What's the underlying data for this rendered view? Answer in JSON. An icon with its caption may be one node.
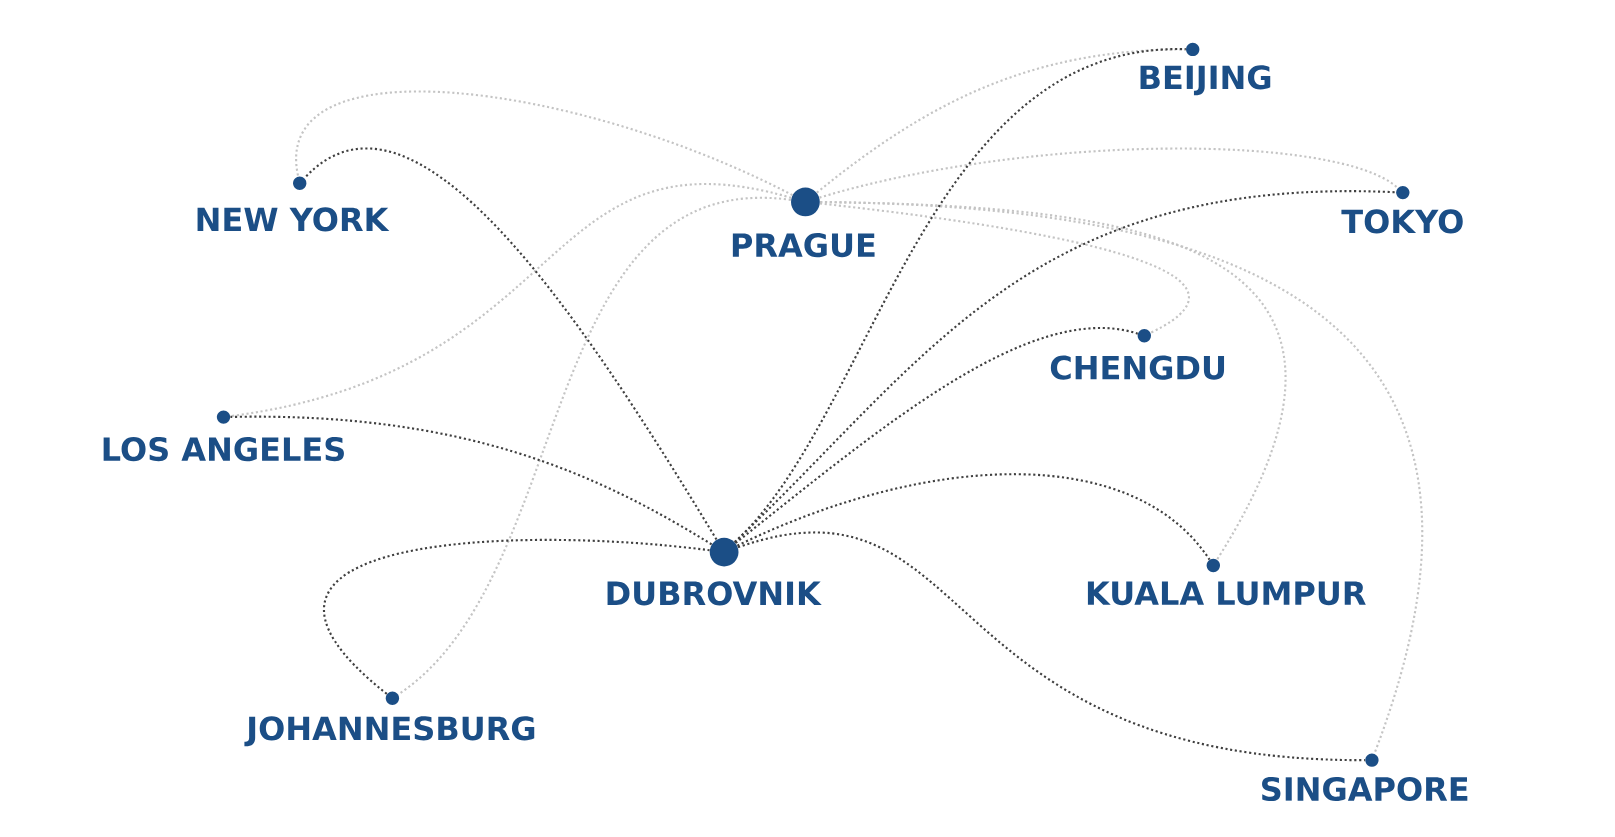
{
  "diagram": {
    "nodes": [
      {
        "text": [
          "BEIJING"
        ]
      },
      {
        "text": [
          "NEW YORK"
        ]
      },
      {
        "text": [
          "TOKYO"
        ]
      },
      {
        "text": [
          "PRAGUE"
        ]
      },
      {
        "text": [
          "CHENGDU"
        ]
      },
      {
        "text": [
          "LOS ANGELES"
        ]
      },
      {
        "text": [
          "DUBROVNIK"
        ]
      },
      {
        "text": [
          "KUALA LUMPUR"
        ]
      },
      {
        "text": [
          "JOHANNESBURG"
        ]
      },
      {
        "text": [
          "SINGAPORE"
        ]
      }
    ],
    "edges": [
      {
        "from": 3,
        "to": 1,
        "arrow": "none",
        "color": "#c4c4c4"
      },
      {
        "from": 3,
        "to": 5,
        "arrow": "none",
        "color": "#c4c4c4"
      },
      {
        "from": 3,
        "to": 8,
        "arrow": "none",
        "color": "#c4c4c4"
      },
      {
        "from": 3,
        "to": 0,
        "arrow": "none",
        "color": "#c4c4c4"
      },
      {
        "from": 3,
        "to": 2,
        "arrow": "none",
        "color": "#c4c4c4"
      },
      {
        "from": 3,
        "to": 4,
        "arrow": "none",
        "color": "#c4c4c4"
      },
      {
        "from": 3,
        "to": 7,
        "arrow": "none",
        "color": "#c4c4c4"
      },
      {
        "from": 3,
        "to": 9,
        "arrow": "none",
        "color": "#c4c4c4"
      },
      {
        "from": 6,
        "to": 1,
        "arrow": "none",
        "color": "#404040"
      },
      {
        "from": 6,
        "to": 5,
        "arrow": "none",
        "color": "#404040"
      },
      {
        "from": 6,
        "to": 8,
        "arrow": "none",
        "color": "#404040"
      },
      {
        "from": 6,
        "to": 0,
        "arrow": "none",
        "color": "#404040"
      },
      {
        "from": 6,
        "to": 2,
        "arrow": "none",
        "color": "#404040"
      },
      {
        "from": 6,
        "to": 4,
        "arrow": "none",
        "color": "#404040"
      },
      {
        "from": 6,
        "to": 7,
        "arrow": "none",
        "color": "#404040"
      },
      {
        "from": 6,
        "to": 9,
        "arrow": "none",
        "color": "#404040"
      }
    ]
  }
}
